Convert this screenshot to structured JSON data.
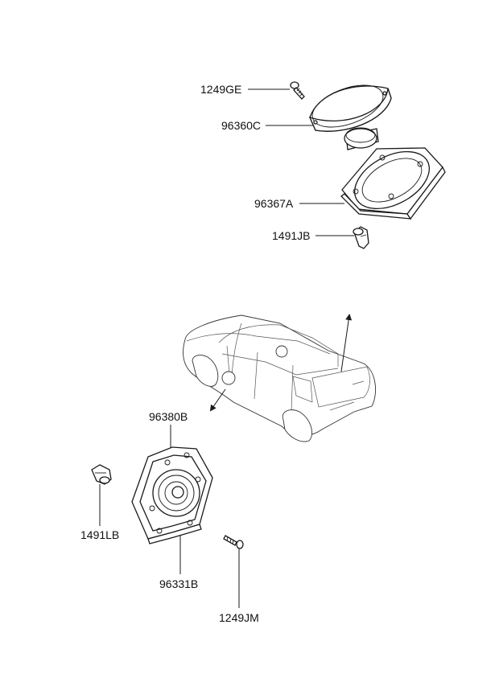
{
  "callouts": {
    "part_1249ge": "1249GE",
    "part_96360c": "96360C",
    "part_96367a": "96367A",
    "part_1491jb": "1491JB",
    "part_96380b": "96380B",
    "part_1491lb": "1491LB",
    "part_96331b": "96331B",
    "part_1249jm": "1249JM"
  }
}
